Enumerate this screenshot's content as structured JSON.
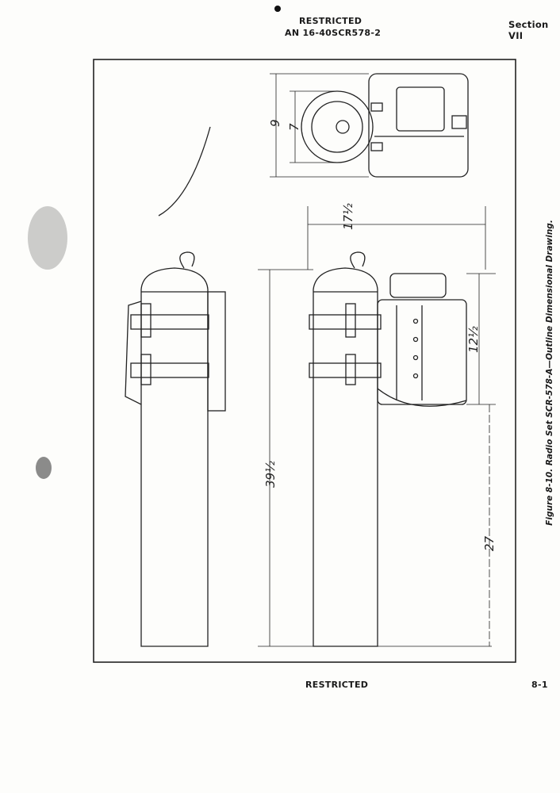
{
  "header": {
    "classification": "RESTRICTED",
    "doc_number": "AN 16-40SCR578-2",
    "section": "Section VII"
  },
  "figure": {
    "caption": "Figure 8-10. Radio Set SCR-578-A—Outline Dimensional Drawing.",
    "dimensions": {
      "top_outer": "9",
      "top_inner": "7",
      "width": "17½",
      "box_height": "12½",
      "total_height": "39½",
      "lower_height": "27"
    }
  },
  "footer": {
    "classification": "RESTRICTED",
    "page": "8-1"
  }
}
